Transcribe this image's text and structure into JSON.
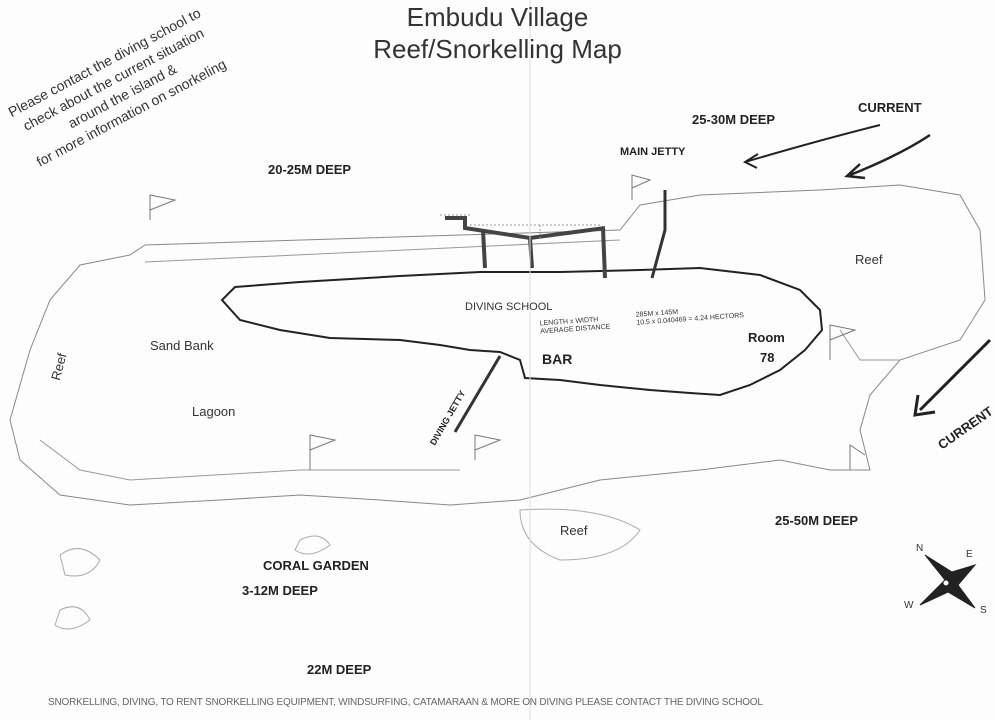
{
  "title": {
    "line1": "Embudu Village",
    "line2": "Reef/Snorkelling Map"
  },
  "notice": [
    "Please contact the diving school to",
    "check about the current situation",
    "around the island &",
    "for more information on snorkeling"
  ],
  "depths": {
    "d20_25": "20-25M DEEP",
    "d25_30": "25-30M DEEP",
    "d25_50": "25-50M DEEP",
    "d3_12": "3-12M DEEP",
    "d22": "22M DEEP"
  },
  "labels": {
    "main_jetty": "MAIN JETTY",
    "current_top": "CURRENT",
    "current_right": "CURRENT",
    "reef_right": "Reef",
    "reef_left": "Reef",
    "reef_bottom": "Reef",
    "diving_school": "DIVING SCHOOL",
    "sand_bank": "Sand Bank",
    "lagoon": "Lagoon",
    "diving_jetty": "DIVING JETTY",
    "bar": "BAR",
    "room": "Room",
    "room_number": "78",
    "coral_garden": "CORAL GARDEN"
  },
  "area_calc": {
    "left1": "LENGTH x WIDTH",
    "left2": "AVERAGE DISTANCE",
    "right1": "285M x 145M",
    "right2": "10.5 x 0.040469 = 4.24 HECTORS"
  },
  "compass": {
    "n": "N",
    "e": "E",
    "s": "S",
    "w": "W"
  },
  "footer": "SNORKELLING, DIVING, TO RENT SNORKELLING EQUIPMENT, WINDSURFING, CATAMARAAN & MORE ON DIVING PLEASE CONTACT THE DIVING SCHOOL"
}
